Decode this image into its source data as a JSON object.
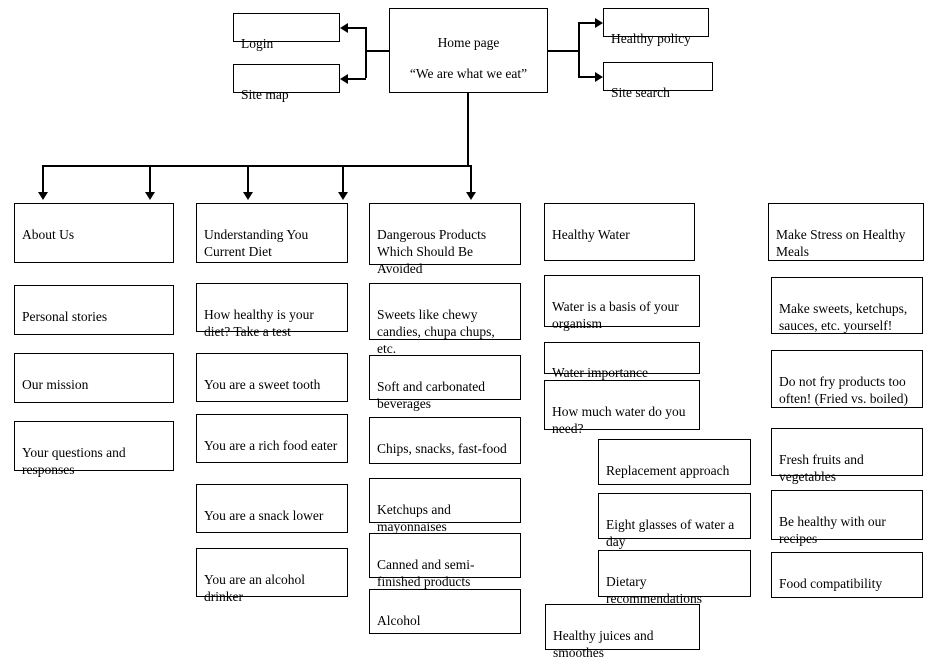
{
  "diagram": {
    "type": "site-map-tree",
    "title_box": {
      "heading": "Home page",
      "tagline": "“We are what we eat”"
    },
    "left_branch": [
      {
        "label": "Login"
      },
      {
        "label": "Site map"
      }
    ],
    "right_branch": [
      {
        "label": "Healthy policy"
      },
      {
        "label": "Site search"
      }
    ],
    "columns": [
      {
        "header": "About Us",
        "items": [
          {
            "label": "Personal stories"
          },
          {
            "label": "Our mission"
          },
          {
            "label": "Your questions and responses"
          }
        ]
      },
      {
        "header": "Understanding You Current Diet",
        "items": [
          {
            "label": "How healthy is your diet? Take a test"
          },
          {
            "label": "You are a sweet tooth"
          },
          {
            "label": "You are a rich food eater"
          },
          {
            "label": "You are a snack lower"
          },
          {
            "label": "You are an alcohol drinker"
          }
        ]
      },
      {
        "header": "Dangerous Products Which Should Be Avoided",
        "items": [
          {
            "label": "Sweets like chewy candies, chupa chups, etc."
          },
          {
            "label": "Soft and carbonated beverages"
          },
          {
            "label": "Chips, snacks, fast-food"
          },
          {
            "label": "Ketchups and mayonnaises"
          },
          {
            "label": "Canned and semi-finished products"
          },
          {
            "label": "Alcohol"
          }
        ]
      },
      {
        "header": "Healthy Water",
        "items": [
          {
            "label": "Water is a basis of your organism"
          },
          {
            "label": "Water importance"
          },
          {
            "label": "How much water do you need?"
          },
          {
            "label": "Replacement approach",
            "indented": true
          },
          {
            "label": "Eight glasses of water a day",
            "indented": true
          },
          {
            "label": "Dietary recommendations",
            "indented": true
          },
          {
            "label": "Healthy juices and smoothes"
          }
        ]
      },
      {
        "header": "Make Stress on Healthy Meals",
        "items": [
          {
            "label": "Make sweets, ketchups, sauces, etc. yourself!"
          },
          {
            "label": "Do not fry products too often! (Fried vs. boiled)"
          },
          {
            "label": "Fresh fruits and vegetables"
          },
          {
            "label": "Be healthy with our recipes"
          },
          {
            "label": "Food compatibility"
          }
        ]
      }
    ],
    "colors": {
      "stroke": "#000000",
      "fill": "#ffffff",
      "text": "#000000"
    }
  }
}
